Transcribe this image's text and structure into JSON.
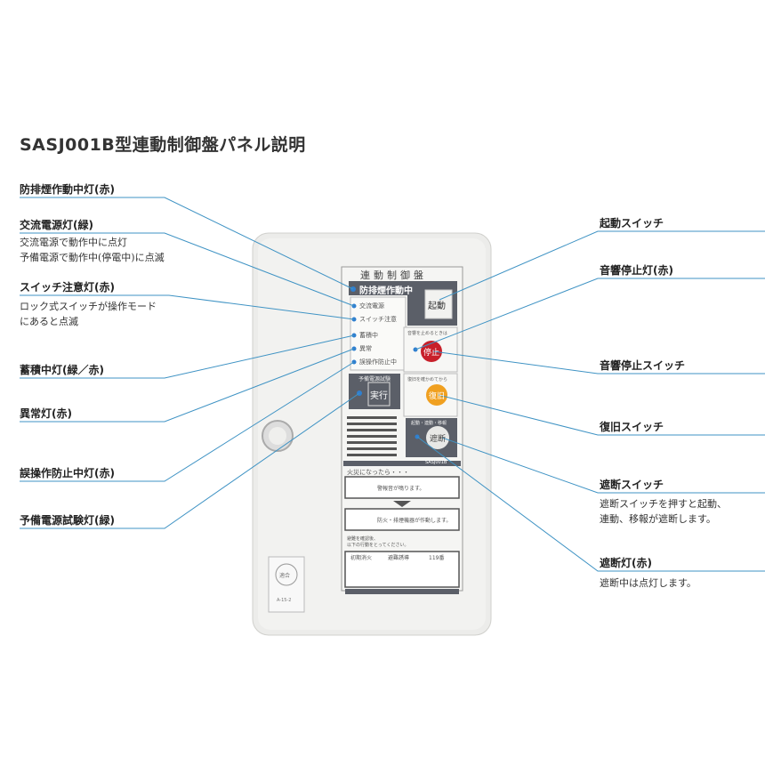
{
  "title": "SASJ001B型連動制御盤パネル説明",
  "left_labels": [
    {
      "label": "防排煙作動中灯(赤)"
    },
    {
      "label": "交流電源灯(緑)",
      "desc": [
        "交流電源で動作中に点灯",
        "予備電源で動作中(停電中)に点滅"
      ]
    },
    {
      "label": "スイッチ注意灯(赤)",
      "desc": [
        "ロック式スイッチが操作モード",
        "にあると点滅"
      ]
    },
    {
      "label": "蓄積中灯(緑／赤)"
    },
    {
      "label": "異常灯(赤)"
    },
    {
      "label": "誤操作防止中灯(赤)"
    },
    {
      "label": "予備電源試験灯(緑)"
    }
  ],
  "right_labels": [
    {
      "label": "起動スイッチ"
    },
    {
      "label": "音響停止灯(赤)"
    },
    {
      "label": "音響停止スイッチ"
    },
    {
      "label": "復旧スイッチ"
    },
    {
      "label": "遮断スイッチ",
      "desc": [
        "遮断スイッチを押すと起動、",
        "連動、移報が遮断します。"
      ]
    },
    {
      "label": "遮断灯(赤)",
      "desc": [
        "遮断中は点灯します。"
      ]
    }
  ],
  "panel": {
    "heading": "連動制御盤",
    "active_lamp": "防排煙作動中",
    "lamps": [
      "交流電源",
      "スイッチ注意",
      "蓄積中",
      "異常",
      "誤操作防止中"
    ],
    "test_box_label": "予備電源試験",
    "test_button": "実行",
    "start_button": "起動",
    "stop_note": "音響を止めるときは",
    "stop_button": "停止",
    "reset_note": "復旧を確かめてから",
    "reset_button": "復旧",
    "cutoff_note": "起動・連動・移報",
    "cutoff_button": "遮断",
    "model": "SASJ001B",
    "fire_heading": "火災になったら・・・",
    "step1": "警報音が鳴ります。",
    "step2": "防火・排煙機器が作動します。",
    "step3": [
      "避難を確認後、",
      "以下の行動をとってください。"
    ],
    "actions": [
      "初期消火",
      "避難誘導",
      "119番"
    ],
    "seal_text": "適合",
    "seal_code": "A-15-2"
  },
  "colors": {
    "leader_line": "#3f93c4",
    "panel_dark": "#5b5f68",
    "stop_red": "#c8202a",
    "reset_orange": "#f0a020",
    "led_blue": "#2f7fd0"
  }
}
